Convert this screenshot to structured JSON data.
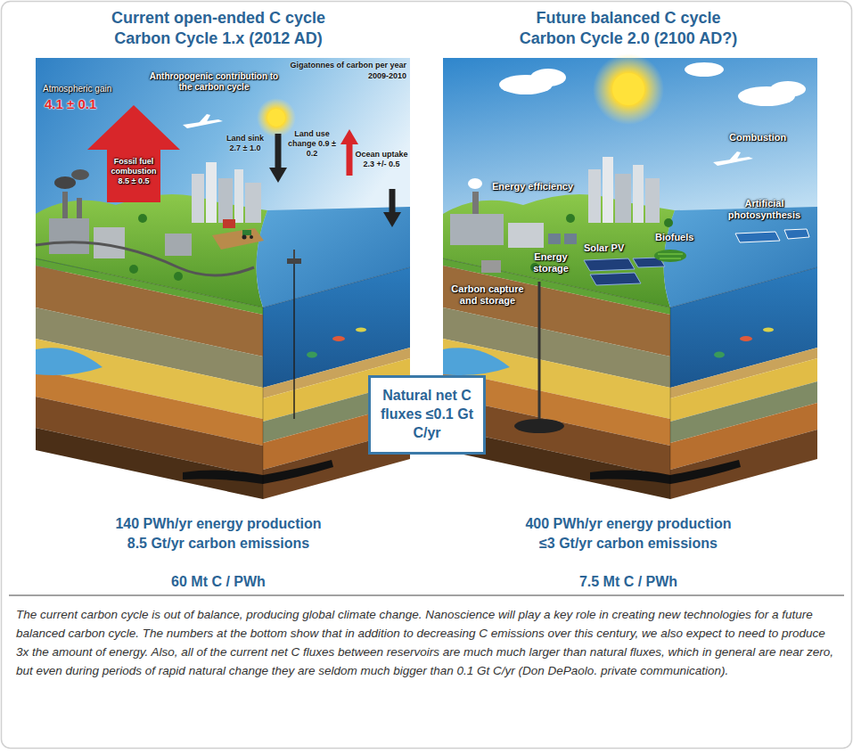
{
  "diagram": {
    "caption": "The current carbon cycle is out of balance, producing global climate change. Nanoscience will play a key role in creating new technologies for a future balanced carbon cycle. The numbers at the bottom show that in addition to decreasing C emissions over this century, we also expect to need to produce 3x the amount of energy. Also, all of the current net C fluxes between reservoirs are much much larger than natural fluxes, which in general are near zero, but even during periods of rapid natural change they are seldom much bigger than 0.1 Gt C/yr (Don DePaolo. private communication).",
    "nodes": [
      {
        "text": [
          "Natural net C fluxes ≤0.1 Gt C/yr"
        ]
      }
    ],
    "labels": [
      "Current open-ended C cycle",
      "Carbon Cycle 1.x (2012 AD)",
      "Future balanced C cycle",
      "Carbon Cycle 2.0 (2100 AD?)",
      "Gigatonnes of carbon per year",
      "2009-2010",
      "Atmospheric gain",
      "4.1 ± 0.1",
      "Anthropogenic contribution to the carbon cycle",
      "Fossil fuel combustion 8.5 ± 0.5",
      "Land sink 2.7 ± 1.0",
      "Land use change 0.9 ± 0.2",
      "Ocean uptake 2.3 +/- 0.5",
      "Combustion",
      "Energy efficiency",
      "Artificial photosynthesis",
      "Biofuels",
      "Solar PV",
      "Energy storage",
      "Carbon capture and storage",
      "140 PWh/yr energy production",
      "8.5 Gt/yr carbon emissions",
      "60 Mt C / PWh",
      "400 PWh/yr energy production",
      "≤3 Gt/yr carbon emissions",
      "7.5 Mt C / PWh"
    ]
  }
}
